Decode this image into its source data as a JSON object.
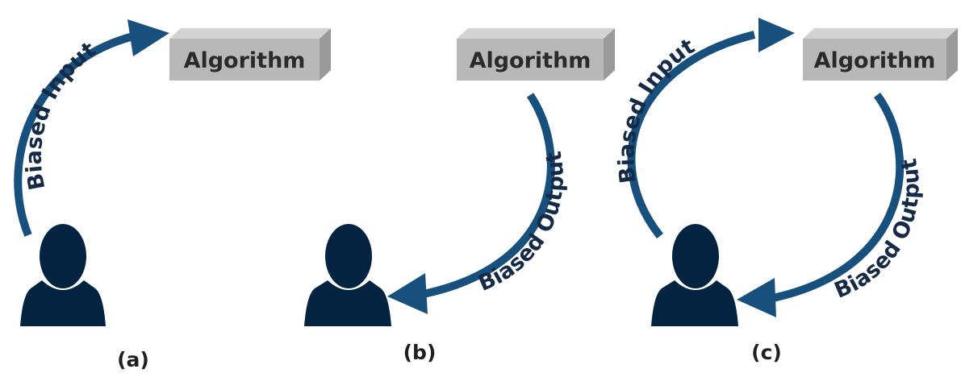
{
  "colors": {
    "arrow": "#17507d",
    "person": "#032340",
    "box_front": "#b8b8b8",
    "box_top": "#d3d3d3",
    "box_side": "#9a9a9a"
  },
  "panels": [
    {
      "caption": "(a)",
      "algorithm_label": "Algorithm",
      "input_label": "Biased Input"
    },
    {
      "caption": "(b)",
      "algorithm_label": "Algorithm",
      "output_label": "Biased Output"
    },
    {
      "caption": "(c)",
      "algorithm_label": "Algorithm",
      "input_label": "Biased Input",
      "output_label": "Biased Output"
    }
  ]
}
